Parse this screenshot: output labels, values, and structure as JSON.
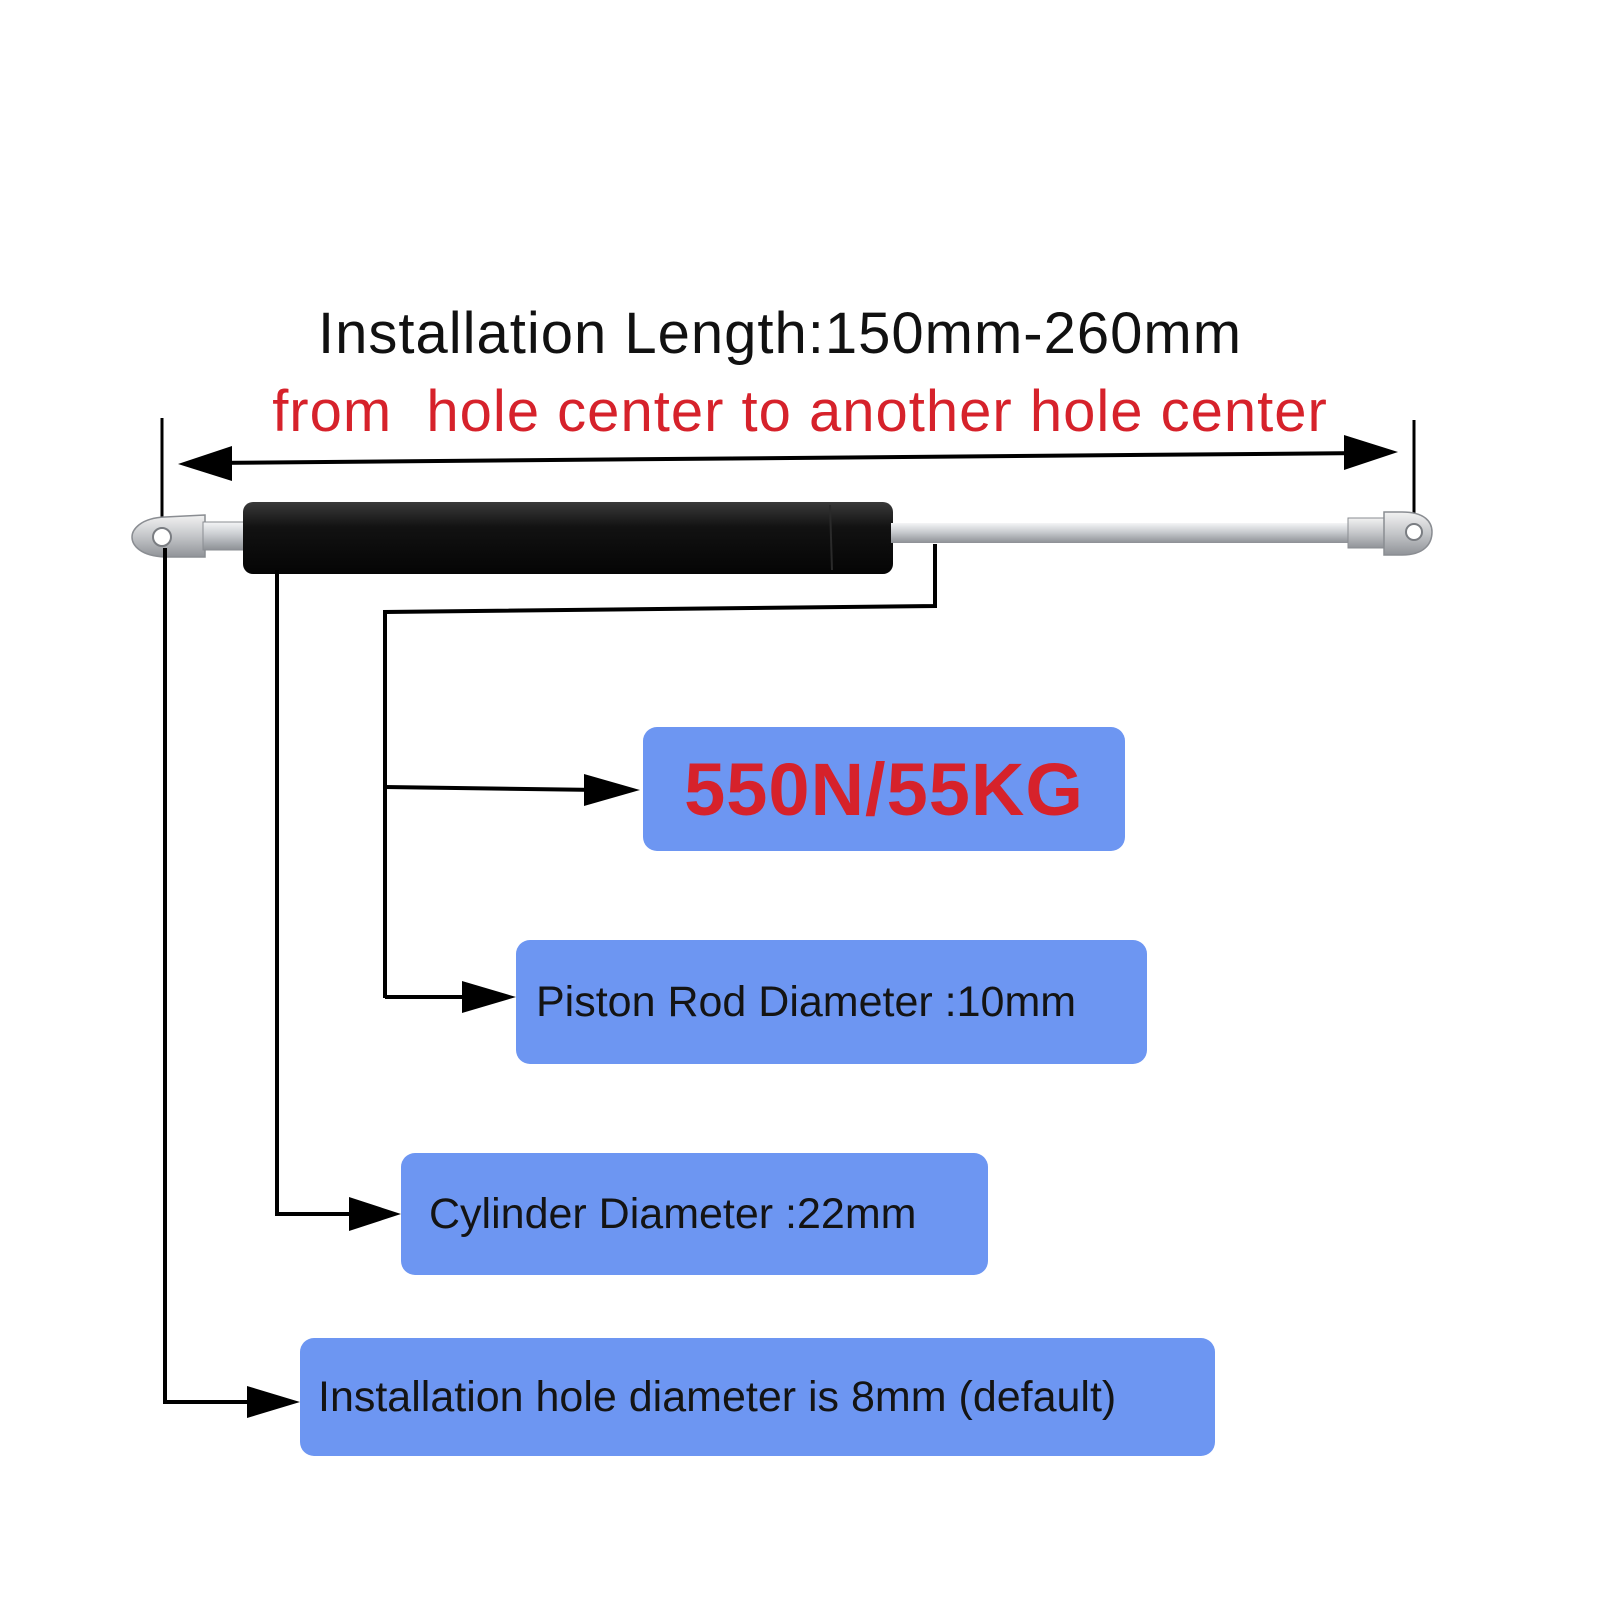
{
  "header": {
    "title": "Installation Length:150mm-260mm",
    "subtitle": "from  hole center to another hole center"
  },
  "specs": {
    "force": "550N/55KG",
    "piston_rod": "Piston Rod Diameter :10mm",
    "cylinder": "Cylinder Diameter :22mm",
    "mount_hole": "Installation hole diameter is 8mm (default)"
  },
  "colors": {
    "box_fill": "#6d96f2",
    "accent_red": "#d6222b",
    "cylinder_body": "#111111",
    "rod_metal": "#c9ccd0"
  }
}
